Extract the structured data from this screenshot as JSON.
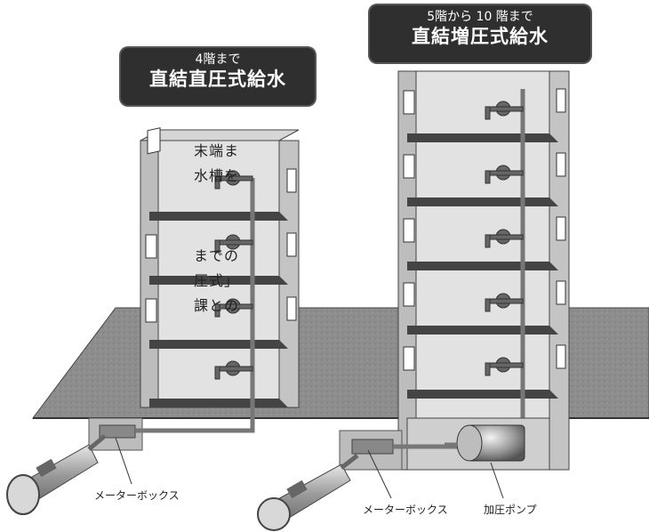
{
  "left_building": {
    "floors_label": "4階まで",
    "system_label": "直結直圧式給水"
  },
  "right_building": {
    "floors_label": "5階から 10 階まで",
    "system_label": "直結増圧式給水"
  },
  "captions": {
    "meter_box_left": "メーターボックス",
    "meter_box_right": "メーターボックス",
    "booster_pump": "加圧ポンプ"
  },
  "side_text": {
    "line1": "末端ま",
    "line2": "水槽を",
    "line3": "までの",
    "line4": "圧式」",
    "line5": "課との"
  },
  "colors": {
    "ground": "#8a8a8a",
    "building": "#c8c8c8",
    "floor_slab": "#555555",
    "label_box": "#2f2f2f"
  }
}
